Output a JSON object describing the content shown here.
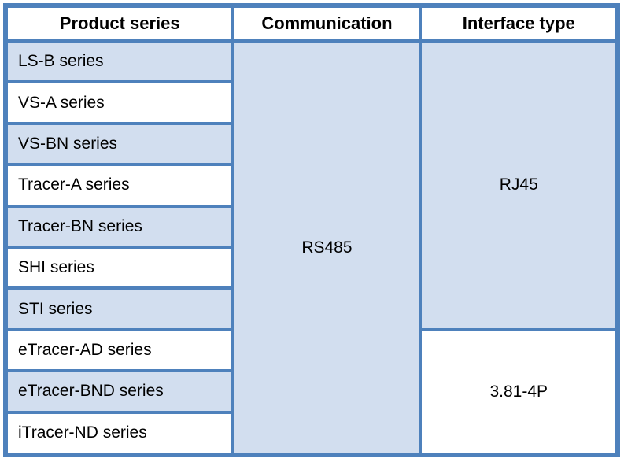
{
  "table": {
    "columns": [
      "Product series",
      "Communication",
      "Interface type"
    ],
    "rows": [
      "LS-B series",
      "VS-A series",
      "VS-BN series",
      "Tracer-A series",
      "Tracer-BN series",
      "SHI series",
      "STI series",
      "eTracer-AD series",
      "eTracer-BND series",
      "iTracer-ND series"
    ],
    "communication": "RS485",
    "interface_groups": [
      {
        "label": "RJ45",
        "rows": 7
      },
      {
        "label": "3.81-4P",
        "rows": 3
      }
    ],
    "colors": {
      "border_blue": "#4e81bc",
      "fill_light_blue": "#d2deef",
      "fill_white": "#ffffff",
      "text": "#000000"
    }
  }
}
